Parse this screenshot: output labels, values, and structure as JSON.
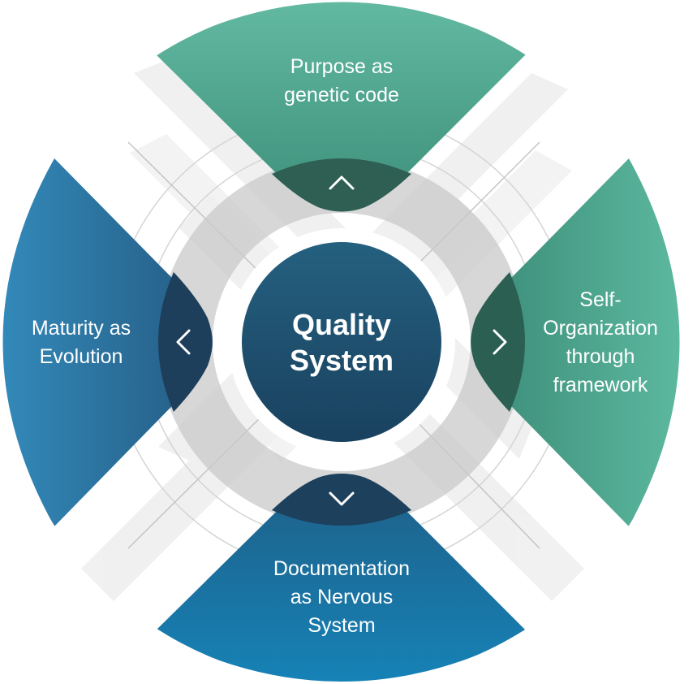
{
  "center": {
    "line1": "Quality",
    "line2": "System",
    "color": "#1f4e6e"
  },
  "segments": {
    "top": {
      "lines": [
        "Purpose as",
        "genetic code"
      ],
      "color": "#5bb59c",
      "direction": "up"
    },
    "right": {
      "lines": [
        "Self-",
        "Organization",
        "through",
        "framework"
      ],
      "color": "#4fa68d",
      "direction": "right"
    },
    "bottom": {
      "lines": [
        "Documentation",
        "as Nervous",
        "System"
      ],
      "color": "#1c7aa8",
      "direction": "down"
    },
    "left": {
      "lines": [
        "Maturity as",
        "Evolution"
      ],
      "color": "#2f7aa6",
      "direction": "left"
    }
  },
  "icons": {
    "up": "chevron-up-icon",
    "right": "chevron-right-icon",
    "down": "chevron-down-icon",
    "left": "chevron-left-icon"
  }
}
